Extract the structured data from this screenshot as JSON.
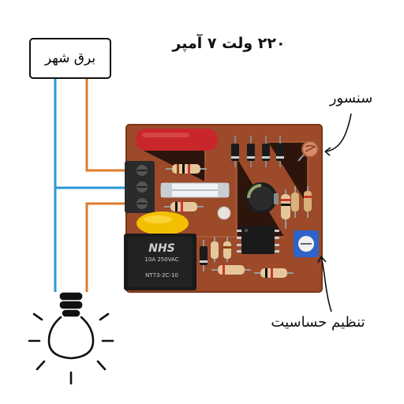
{
  "title": "۲۲۰ ولت ۷ آمپر",
  "mains_label": "برق شهر",
  "sensor_label": "سنسور",
  "sensitivity_label": "تنظیم حساسیت",
  "relay_text": {
    "brand": "NHS",
    "model": "NT73-2C-10",
    "rating": "10A 250VAC"
  },
  "colors": {
    "pcb": "#9c4a2a",
    "wire_blue": "#2e97d6",
    "wire_orange": "#e07a2a",
    "relay": "#1a1a1a",
    "capacitor_red": "#c8262a",
    "capacitor_yellow": "#f2c000",
    "trimmer": "#2f63c9",
    "terminal_block": "#2a2a2a"
  }
}
